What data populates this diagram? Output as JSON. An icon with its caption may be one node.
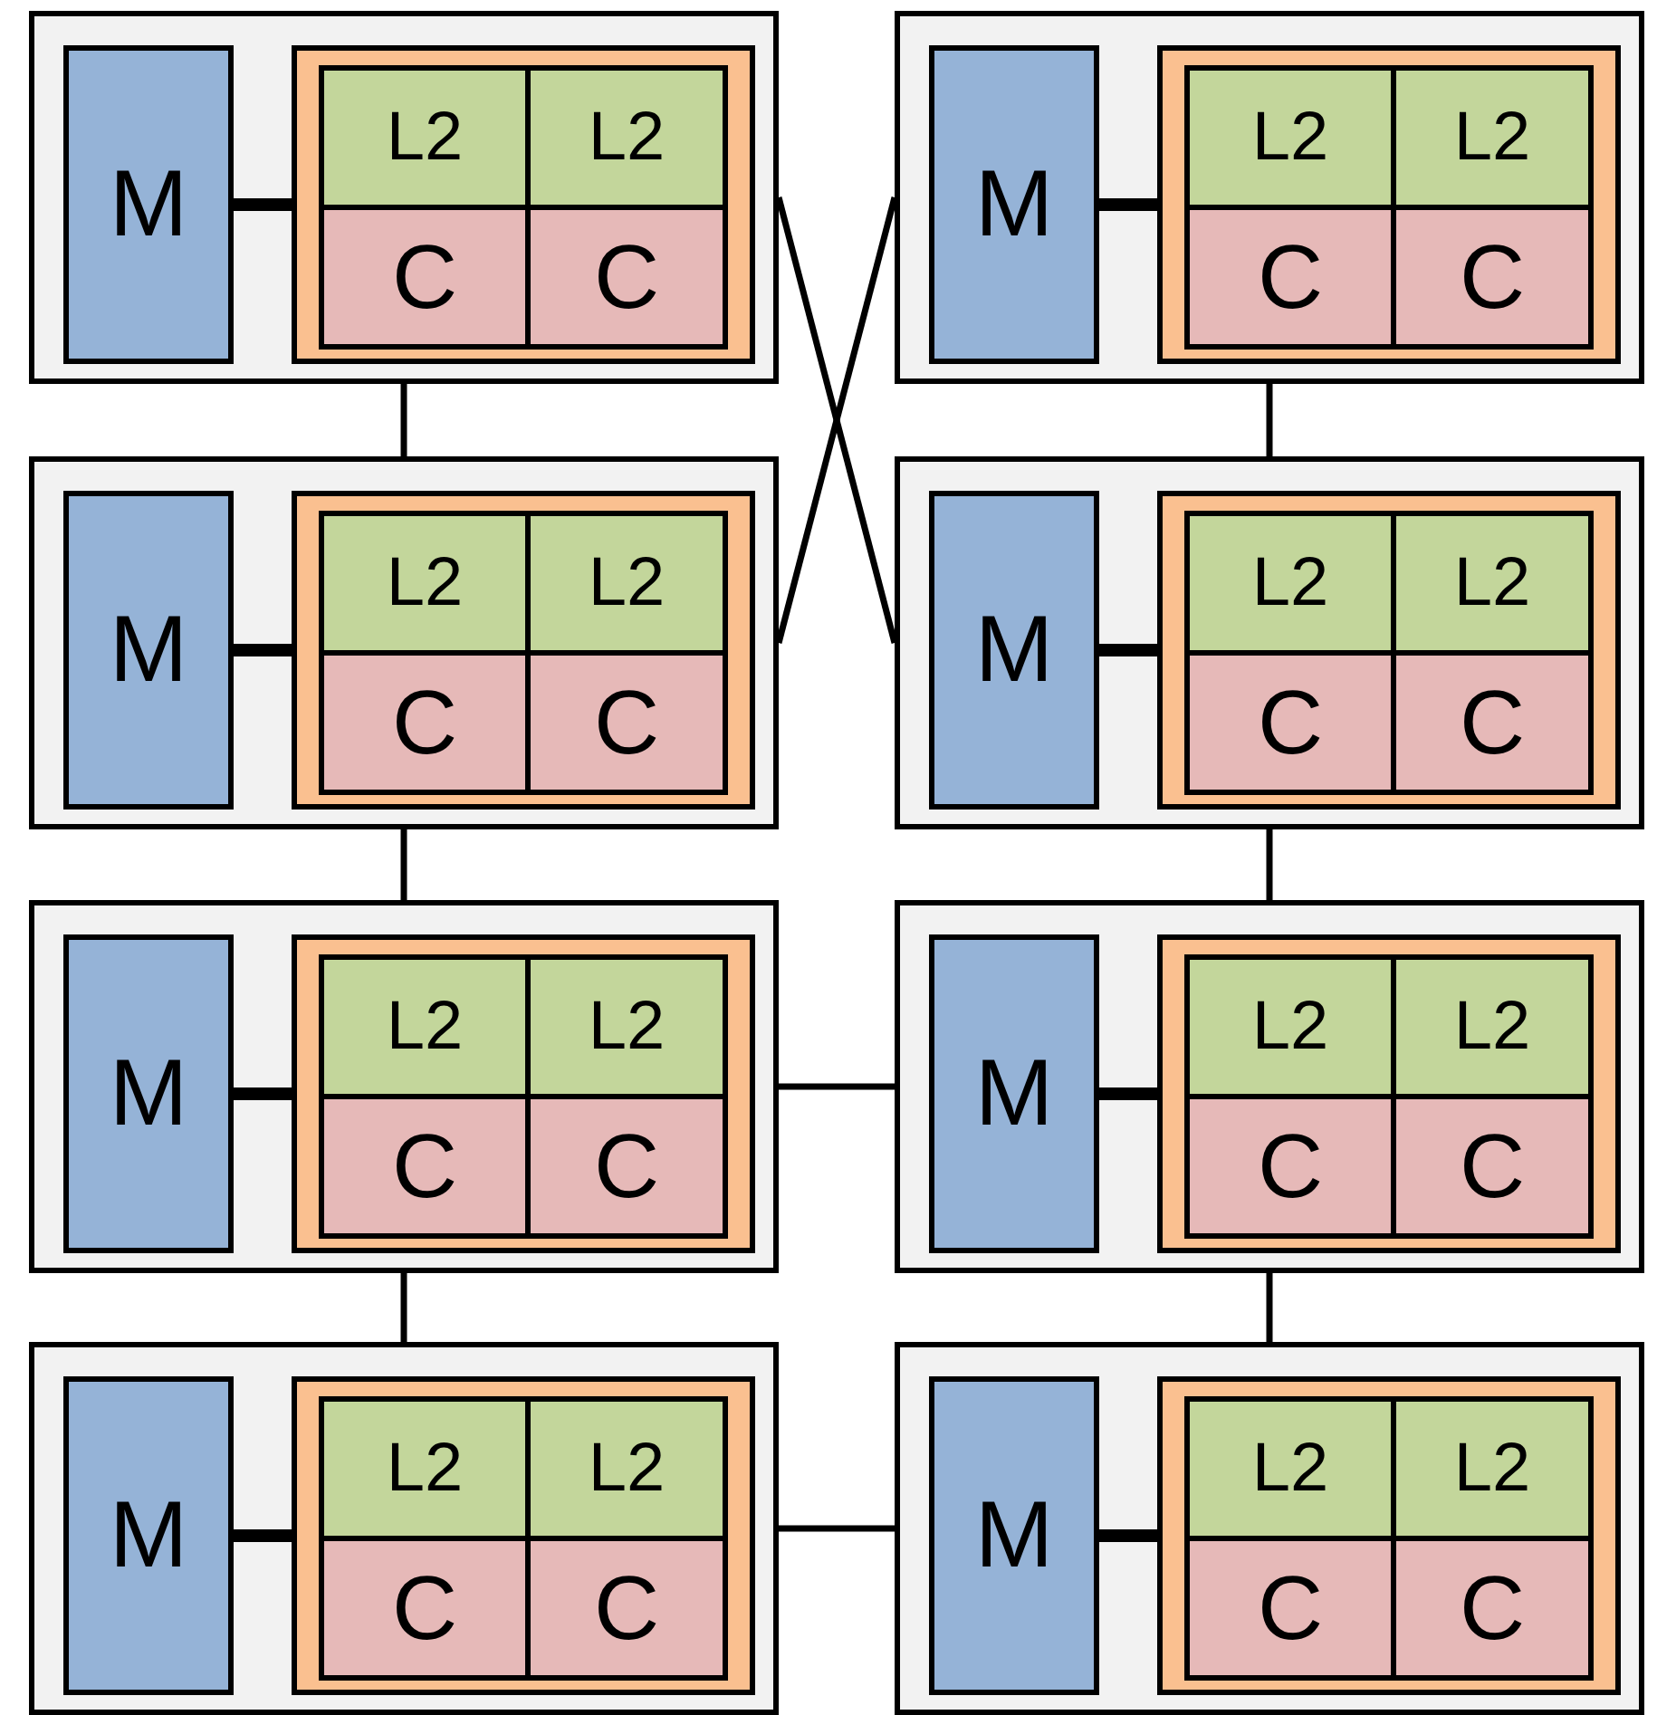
{
  "diagram": {
    "nodes": [
      {
        "text": [],
        "shape": "box"
      },
      {
        "text": [
          "M"
        ],
        "in": 0
      },
      {
        "text": [],
        "shape": "box",
        "in": 0
      },
      {
        "text": [
          "L2"
        ],
        "in": 2
      },
      {
        "text": [
          "L2"
        ],
        "in": 2
      },
      {
        "text": [
          "C"
        ],
        "in": 2
      },
      {
        "text": [
          "C"
        ],
        "in": 2
      },
      {
        "text": [],
        "shape": "box"
      },
      {
        "text": [
          "M"
        ],
        "in": 7
      },
      {
        "text": [],
        "shape": "box",
        "in": 7
      },
      {
        "text": [
          "L2"
        ],
        "in": 9
      },
      {
        "text": [
          "L2"
        ],
        "in": 9
      },
      {
        "text": [
          "C"
        ],
        "in": 9
      },
      {
        "text": [
          "C"
        ],
        "in": 9
      },
      {
        "text": [],
        "shape": "box"
      },
      {
        "text": [
          "M"
        ],
        "in": 14
      },
      {
        "text": [],
        "shape": "box",
        "in": 14
      },
      {
        "text": [
          "L2"
        ],
        "in": 16
      },
      {
        "text": [
          "L2"
        ],
        "in": 16
      },
      {
        "text": [
          "C"
        ],
        "in": 16
      },
      {
        "text": [
          "C"
        ],
        "in": 16
      },
      {
        "text": [],
        "shape": "box"
      },
      {
        "text": [
          "M"
        ],
        "in": 21
      },
      {
        "text": [],
        "shape": "box",
        "in": 21
      },
      {
        "text": [
          "L2"
        ],
        "in": 23
      },
      {
        "text": [
          "L2"
        ],
        "in": 23
      },
      {
        "text": [
          "C"
        ],
        "in": 23
      },
      {
        "text": [
          "C"
        ],
        "in": 23
      },
      {
        "text": [],
        "shape": "box"
      },
      {
        "text": [
          "M"
        ],
        "in": 28
      },
      {
        "text": [],
        "shape": "box",
        "in": 28
      },
      {
        "text": [
          "L2"
        ],
        "in": 30
      },
      {
        "text": [
          "L2"
        ],
        "in": 30
      },
      {
        "text": [
          "C"
        ],
        "in": 30
      },
      {
        "text": [
          "C"
        ],
        "in": 30
      },
      {
        "text": [],
        "shape": "box"
      },
      {
        "text": [
          "M"
        ],
        "in": 35
      },
      {
        "text": [],
        "shape": "box",
        "in": 35
      },
      {
        "text": [
          "L2"
        ],
        "in": 37
      },
      {
        "text": [
          "L2"
        ],
        "in": 37
      },
      {
        "text": [
          "C"
        ],
        "in": 37
      },
      {
        "text": [
          "C"
        ],
        "in": 37
      },
      {
        "text": [],
        "shape": "box"
      },
      {
        "text": [
          "M"
        ],
        "in": 42
      },
      {
        "text": [],
        "shape": "box",
        "in": 42
      },
      {
        "text": [
          "L2"
        ],
        "in": 44
      },
      {
        "text": [
          "L2"
        ],
        "in": 44
      },
      {
        "text": [
          "C"
        ],
        "in": 44
      },
      {
        "text": [
          "C"
        ],
        "in": 44
      },
      {
        "text": [],
        "shape": "box"
      },
      {
        "text": [
          "M"
        ],
        "in": 49
      },
      {
        "text": [],
        "shape": "box",
        "in": 49
      },
      {
        "text": [
          "L2"
        ],
        "in": 51
      },
      {
        "text": [
          "L2"
        ],
        "in": 51
      },
      {
        "text": [
          "C"
        ],
        "in": 51
      },
      {
        "text": [
          "C"
        ],
        "in": 51
      }
    ],
    "edges": [
      {
        "from": 1,
        "to": 2,
        "arrow": "none",
        "style": "thick"
      },
      {
        "from": 8,
        "to": 9,
        "arrow": "none",
        "style": "thick"
      },
      {
        "from": 15,
        "to": 16,
        "arrow": "none",
        "style": "thick"
      },
      {
        "from": 22,
        "to": 23,
        "arrow": "none",
        "style": "thick"
      },
      {
        "from": 29,
        "to": 30,
        "arrow": "none",
        "style": "thick"
      },
      {
        "from": 36,
        "to": 37,
        "arrow": "none",
        "style": "thick"
      },
      {
        "from": 43,
        "to": 44,
        "arrow": "none",
        "style": "thick"
      },
      {
        "from": 50,
        "to": 51,
        "arrow": "none",
        "style": "thick"
      },
      {
        "from": 0,
        "to": 14,
        "arrow": "none"
      },
      {
        "from": 14,
        "to": 28,
        "arrow": "none"
      },
      {
        "from": 28,
        "to": 42,
        "arrow": "none"
      },
      {
        "from": 7,
        "to": 21,
        "arrow": "none"
      },
      {
        "from": 21,
        "to": 35,
        "arrow": "none"
      },
      {
        "from": 35,
        "to": 49,
        "arrow": "none"
      },
      {
        "from": 0,
        "to": 21,
        "arrow": "none"
      },
      {
        "from": 7,
        "to": 14,
        "arrow": "none"
      },
      {
        "from": 28,
        "to": 35,
        "arrow": "none"
      },
      {
        "from": 42,
        "to": 49,
        "arrow": "none"
      }
    ]
  }
}
